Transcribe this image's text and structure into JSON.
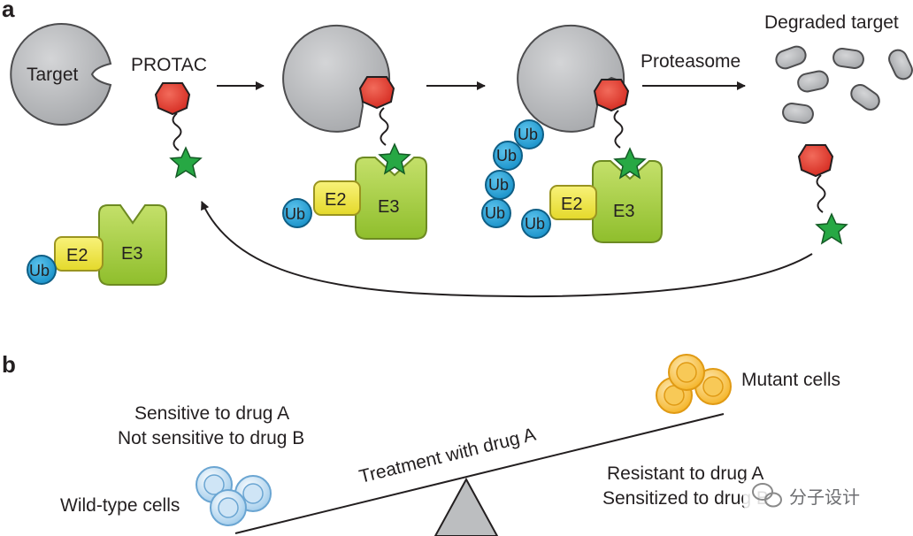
{
  "panel_a": {
    "label": "a",
    "target": "Target",
    "protac": "PROTAC",
    "proteasome": "Proteasome",
    "degraded_target": "Degraded target",
    "ub": "Ub",
    "e2": "E2",
    "e3": "E3"
  },
  "panel_b": {
    "label": "b",
    "mutant_cells": "Mutant cells",
    "sensitive_a": "Sensitive to drug A",
    "not_sensitive_b": "Not sensitive to drug B",
    "treatment": "Treatment with drug A",
    "resistant_a": "Resistant to drug A",
    "sensitized_b": "Sensitized to drug B",
    "wild_type": "Wild-type cells"
  },
  "watermark": {
    "text": "分子设计"
  },
  "colors": {
    "target_gray": "#bcbdc0",
    "warhead_red": "#e8392f",
    "e3_ligand_green": "#27a844",
    "e3_green": "#a6ce39",
    "e2_yellow": "#f2ea41",
    "ub_blue": "#29a8df",
    "mutant_orange": "#f6b72b",
    "wildtype_blue": "#b9daf2"
  }
}
